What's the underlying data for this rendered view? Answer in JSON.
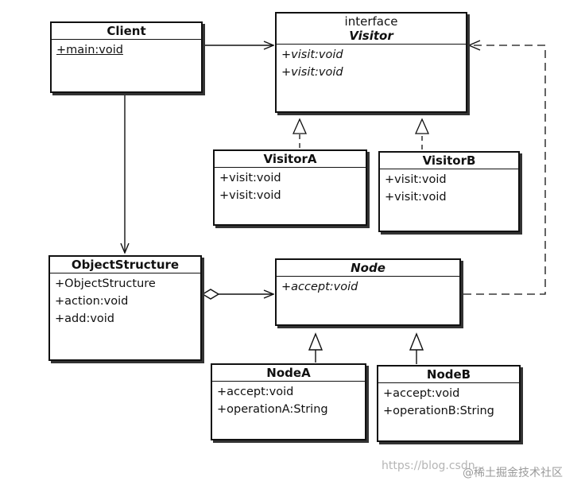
{
  "classes": {
    "client": {
      "name": "Client",
      "members": [
        "+main:void"
      ]
    },
    "visitor": {
      "stereotype": "interface",
      "name": "Visitor",
      "members": [
        "+visit:void",
        "+visit:void"
      ]
    },
    "visitorA": {
      "name": "VisitorA",
      "members": [
        "+visit:void",
        "+visit:void"
      ]
    },
    "visitorB": {
      "name": "VisitorB",
      "members": [
        "+visit:void",
        "+visit:void"
      ]
    },
    "objectStructure": {
      "name": "ObjectStructure",
      "members": [
        "+ObjectStructure",
        "+action:void",
        "+add:void"
      ]
    },
    "node": {
      "name": "Node",
      "members": [
        "+accept:void"
      ]
    },
    "nodeA": {
      "name": "NodeA",
      "members": [
        "+accept:void",
        "+operationA:String"
      ]
    },
    "nodeB": {
      "name": "NodeB",
      "members": [
        "+accept:void",
        "+operationB:String"
      ]
    }
  },
  "watermark": {
    "url": "https://blog.csdn",
    "site": "@稀土掘金技术社区"
  }
}
